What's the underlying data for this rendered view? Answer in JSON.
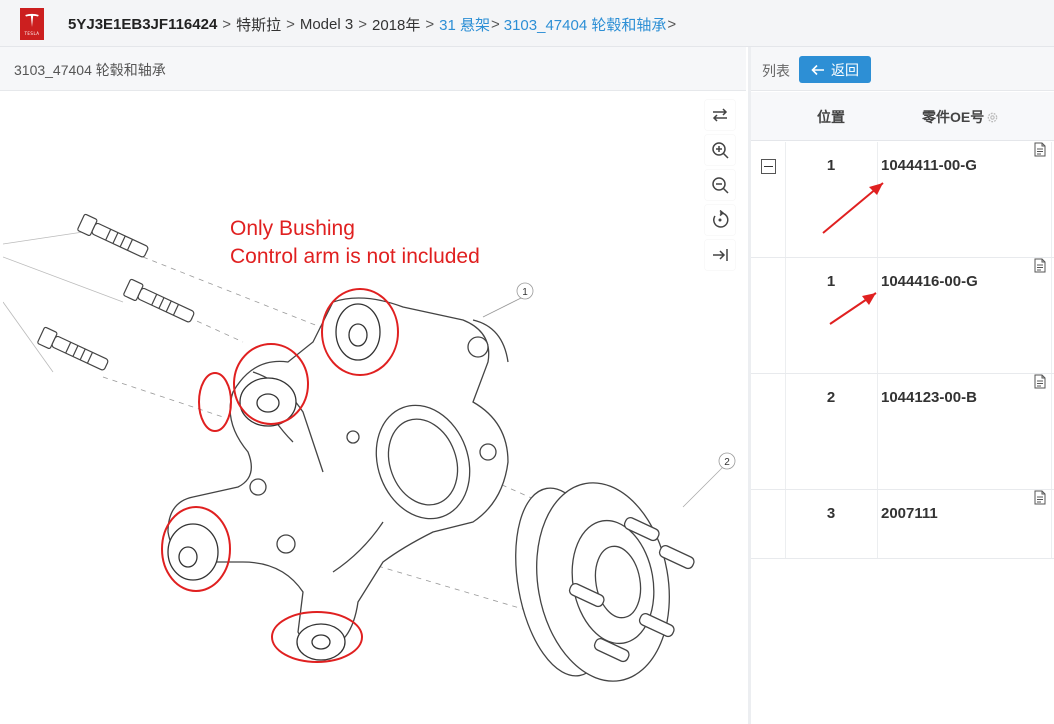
{
  "breadcrumb": {
    "vin": "5YJ3E1EB3JF116424",
    "brand": "特斯拉",
    "model": "Model 3",
    "year": "2018年",
    "group": "31 悬架",
    "subgroup": "3103_47404 轮毂和轴承",
    "separator": ">",
    "logo_text": "TESLA"
  },
  "left_panel": {
    "title": "3103_47404 轮毂和轴承"
  },
  "annotations": {
    "line1": "Only Bushing",
    "line2": "Control arm is not included"
  },
  "callouts": [
    "1",
    "2"
  ],
  "toolbar": {
    "icons": [
      "swap-icon",
      "zoom-in-icon",
      "zoom-out-icon",
      "reset-icon",
      "collapse-panel-icon"
    ]
  },
  "right_panel": {
    "list_label": "列表",
    "back_label": "返回"
  },
  "table": {
    "headers": {
      "position": "位置",
      "oe": "零件OE号"
    },
    "rows": [
      {
        "position": "1",
        "oe": "1044411-00-G"
      },
      {
        "position": "1",
        "oe": "1044416-00-G"
      },
      {
        "position": "2",
        "oe": "1044123-00-B"
      },
      {
        "position": "3",
        "oe": "2007111"
      }
    ]
  },
  "colors": {
    "accent": "#2d8fd5",
    "annotation_red": "#e02020",
    "logo_red": "#cc1f1f"
  }
}
